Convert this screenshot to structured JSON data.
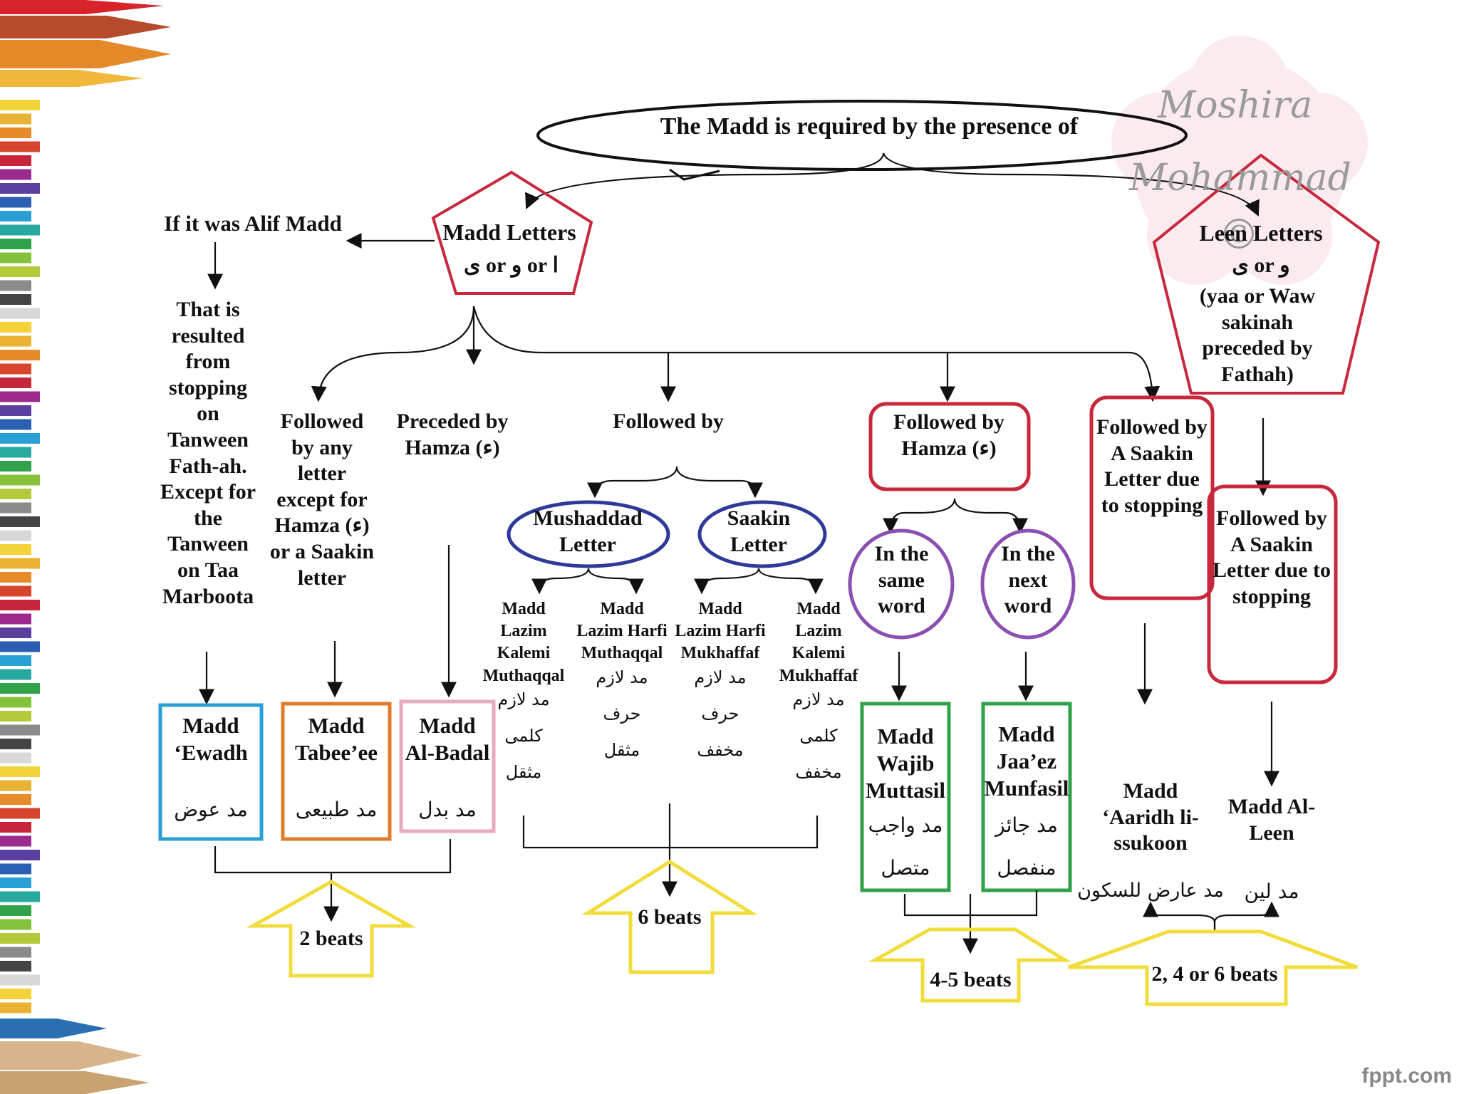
{
  "top_oval": "The Madd is required by the presence of",
  "watermark": {
    "line1": "Moshira",
    "line2": "Mohammad",
    "symbol": "©"
  },
  "madd_letters": {
    "title": "Madd Letters",
    "letters": "ا or و or ى"
  },
  "leen_letters": {
    "title": "Leen Letters",
    "letters": "و or ى",
    "desc": "(yaa or Waw sakinah preceded by Fathah)"
  },
  "alif_madd": "If it was Alif Madd",
  "tanween_text": "That is resulted from stopping on Tanween Fath-ah. Except for the Tanween on Taa Marboota",
  "followed_any": "Followed by any letter except for Hamza (ء) or a Saakin letter",
  "preceded_hamza": "Preceded by Hamza (ء)",
  "followed_by": "Followed by",
  "mushaddad": "Mushaddad Letter",
  "saakin": "Saakin Letter",
  "lazim": [
    {
      "en": "Madd Lazim Kalemi Muthaqqal",
      "ar1": "مد لازم",
      "ar2": "كلمى",
      "ar3": "مثقل"
    },
    {
      "en": "Madd Lazim Harfi Muthaqqal",
      "ar1": "مد لازم",
      "ar2": "حرف",
      "ar3": "مثقل"
    },
    {
      "en": "Madd Lazim Harfi Mukhaffaf",
      "ar1": "مد لازم",
      "ar2": "حرف",
      "ar3": "مخفف"
    },
    {
      "en": "Madd Lazim Kalemi Mukhaffaf",
      "ar1": "مد لازم",
      "ar2": "كلمى",
      "ar3": "مخفف"
    }
  ],
  "followed_hamza": "Followed by Hamza (ء)",
  "same_word": "In the same word",
  "next_word": "In the next word",
  "saakin_stop1": "Followed by A Saakin Letter due to stopping",
  "saakin_stop2": "Followed by A Saakin Letter due to stopping",
  "madd_ewadh": {
    "en": "Madd ‘Ewadh",
    "ar": "مد عوض"
  },
  "madd_tabeee": {
    "en": "Madd Tabee’ee",
    "ar": "مد طبيعى"
  },
  "madd_badal": {
    "en": "Madd Al-Badal",
    "ar": "مد بدل"
  },
  "madd_wajib": {
    "en": "Madd Wajib Muttasil",
    "ar1": "مد واجب",
    "ar2": "متصل"
  },
  "madd_jaaez": {
    "en": "Madd Jaa’ez Munfasil",
    "ar1": "مد جائز",
    "ar2": "منفصل"
  },
  "madd_aaridh": {
    "en": "Madd ‘Aaridh li-ssukoon",
    "ar": "مد عارض للسكون"
  },
  "madd_leen": {
    "en": "Madd Al-Leen",
    "ar": "مد لين"
  },
  "beats": {
    "b2": "2 beats",
    "b6": "6 beats",
    "b45": "4-5 beats",
    "b246": "2, 4 or 6 beats"
  },
  "brand": "fppt.com",
  "colors": {
    "red": "#c8283c",
    "blue": "#2a9fd6",
    "orange": "#e07b2a",
    "pink": "#e9a9c0",
    "green": "#2fa24a",
    "navy": "#2e3a9a",
    "purple": "#8a4fb0",
    "yellow": "#f2dc3c"
  }
}
